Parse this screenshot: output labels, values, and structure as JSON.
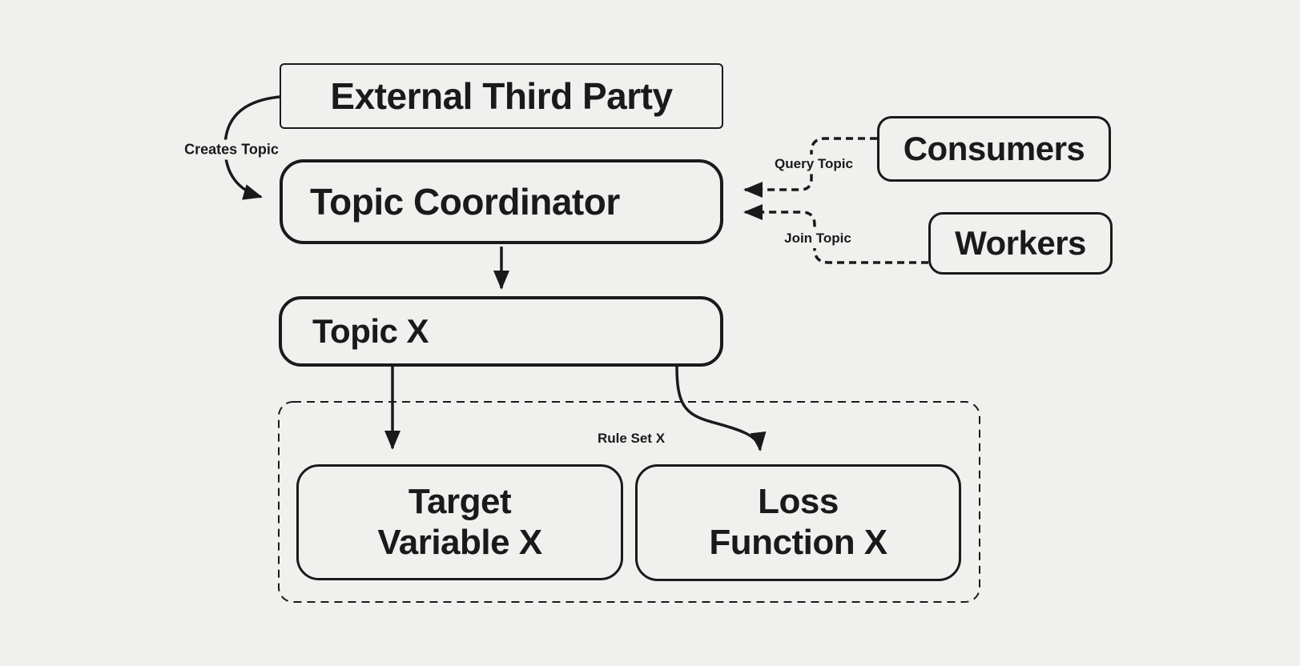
{
  "colors": {
    "background": "#f0f0ee",
    "line": "#1a1a1a",
    "text": "#1a1a1a"
  },
  "nodes": {
    "external_third_party": {
      "label": "External Third Party"
    },
    "topic_coordinator": {
      "label": "Topic Coordinator"
    },
    "consumers": {
      "label": "Consumers"
    },
    "workers": {
      "label": "Workers"
    },
    "topic_x": {
      "label": "Topic X"
    },
    "target_variable_x": {
      "lines": [
        "Target",
        "Variable X"
      ]
    },
    "loss_function_x": {
      "lines": [
        "Loss",
        "Function X"
      ]
    },
    "rule_set": {
      "label": "Rule Set X"
    }
  },
  "edge_labels": {
    "creates_topic": "Creates Topic",
    "query_topic": "Query Topic",
    "join_topic": "Join Topic"
  }
}
